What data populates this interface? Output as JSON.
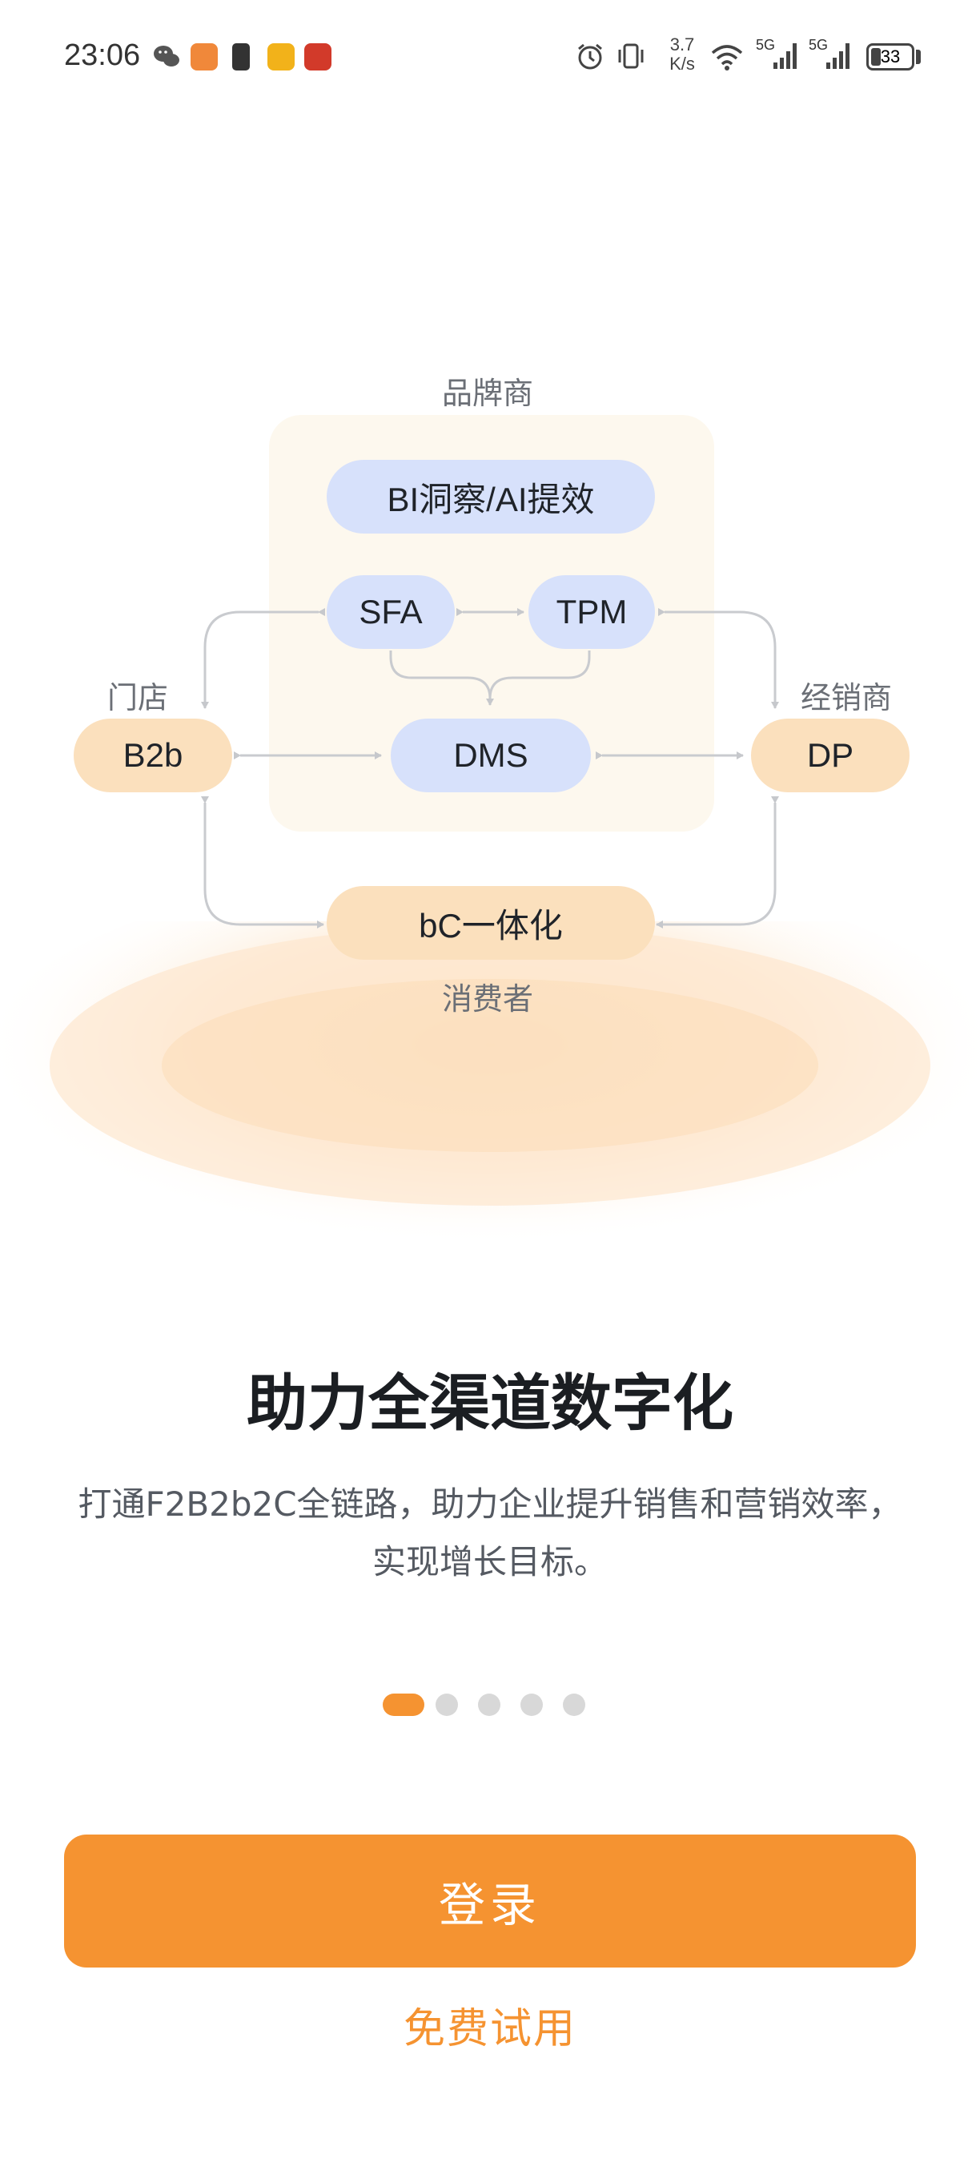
{
  "status_bar": {
    "time": "23:06",
    "net_speed_value": "3.7",
    "net_speed_unit": "K/s",
    "signal1_label": "5G",
    "signal2_label": "5G",
    "battery_level": "33",
    "battery_fraction": 0.33
  },
  "diagram": {
    "brand_label": "品牌商",
    "store_label": "门店",
    "distributor_label": "经销商",
    "consumer_label": "消费者",
    "bi_label": "BI洞察/AI提效",
    "sfa_label": "SFA",
    "tpm_label": "TPM",
    "dms_label": "DMS",
    "b2b_label": "B2b",
    "dp_label": "DP",
    "bc_label": "bC一体化"
  },
  "content": {
    "title": "助力全渠道数字化",
    "subtitle": "打通F2B2b2C全链路，助力企业提升销售和营销效率，实现增长目标。"
  },
  "pager": {
    "total": 5,
    "active": 1
  },
  "actions": {
    "login_label": "登录",
    "trial_label": "免费试用"
  },
  "colors": {
    "accent": "#f59331",
    "blue_pill": "#d7e1fb",
    "orange_pill": "#fbe0bd"
  }
}
